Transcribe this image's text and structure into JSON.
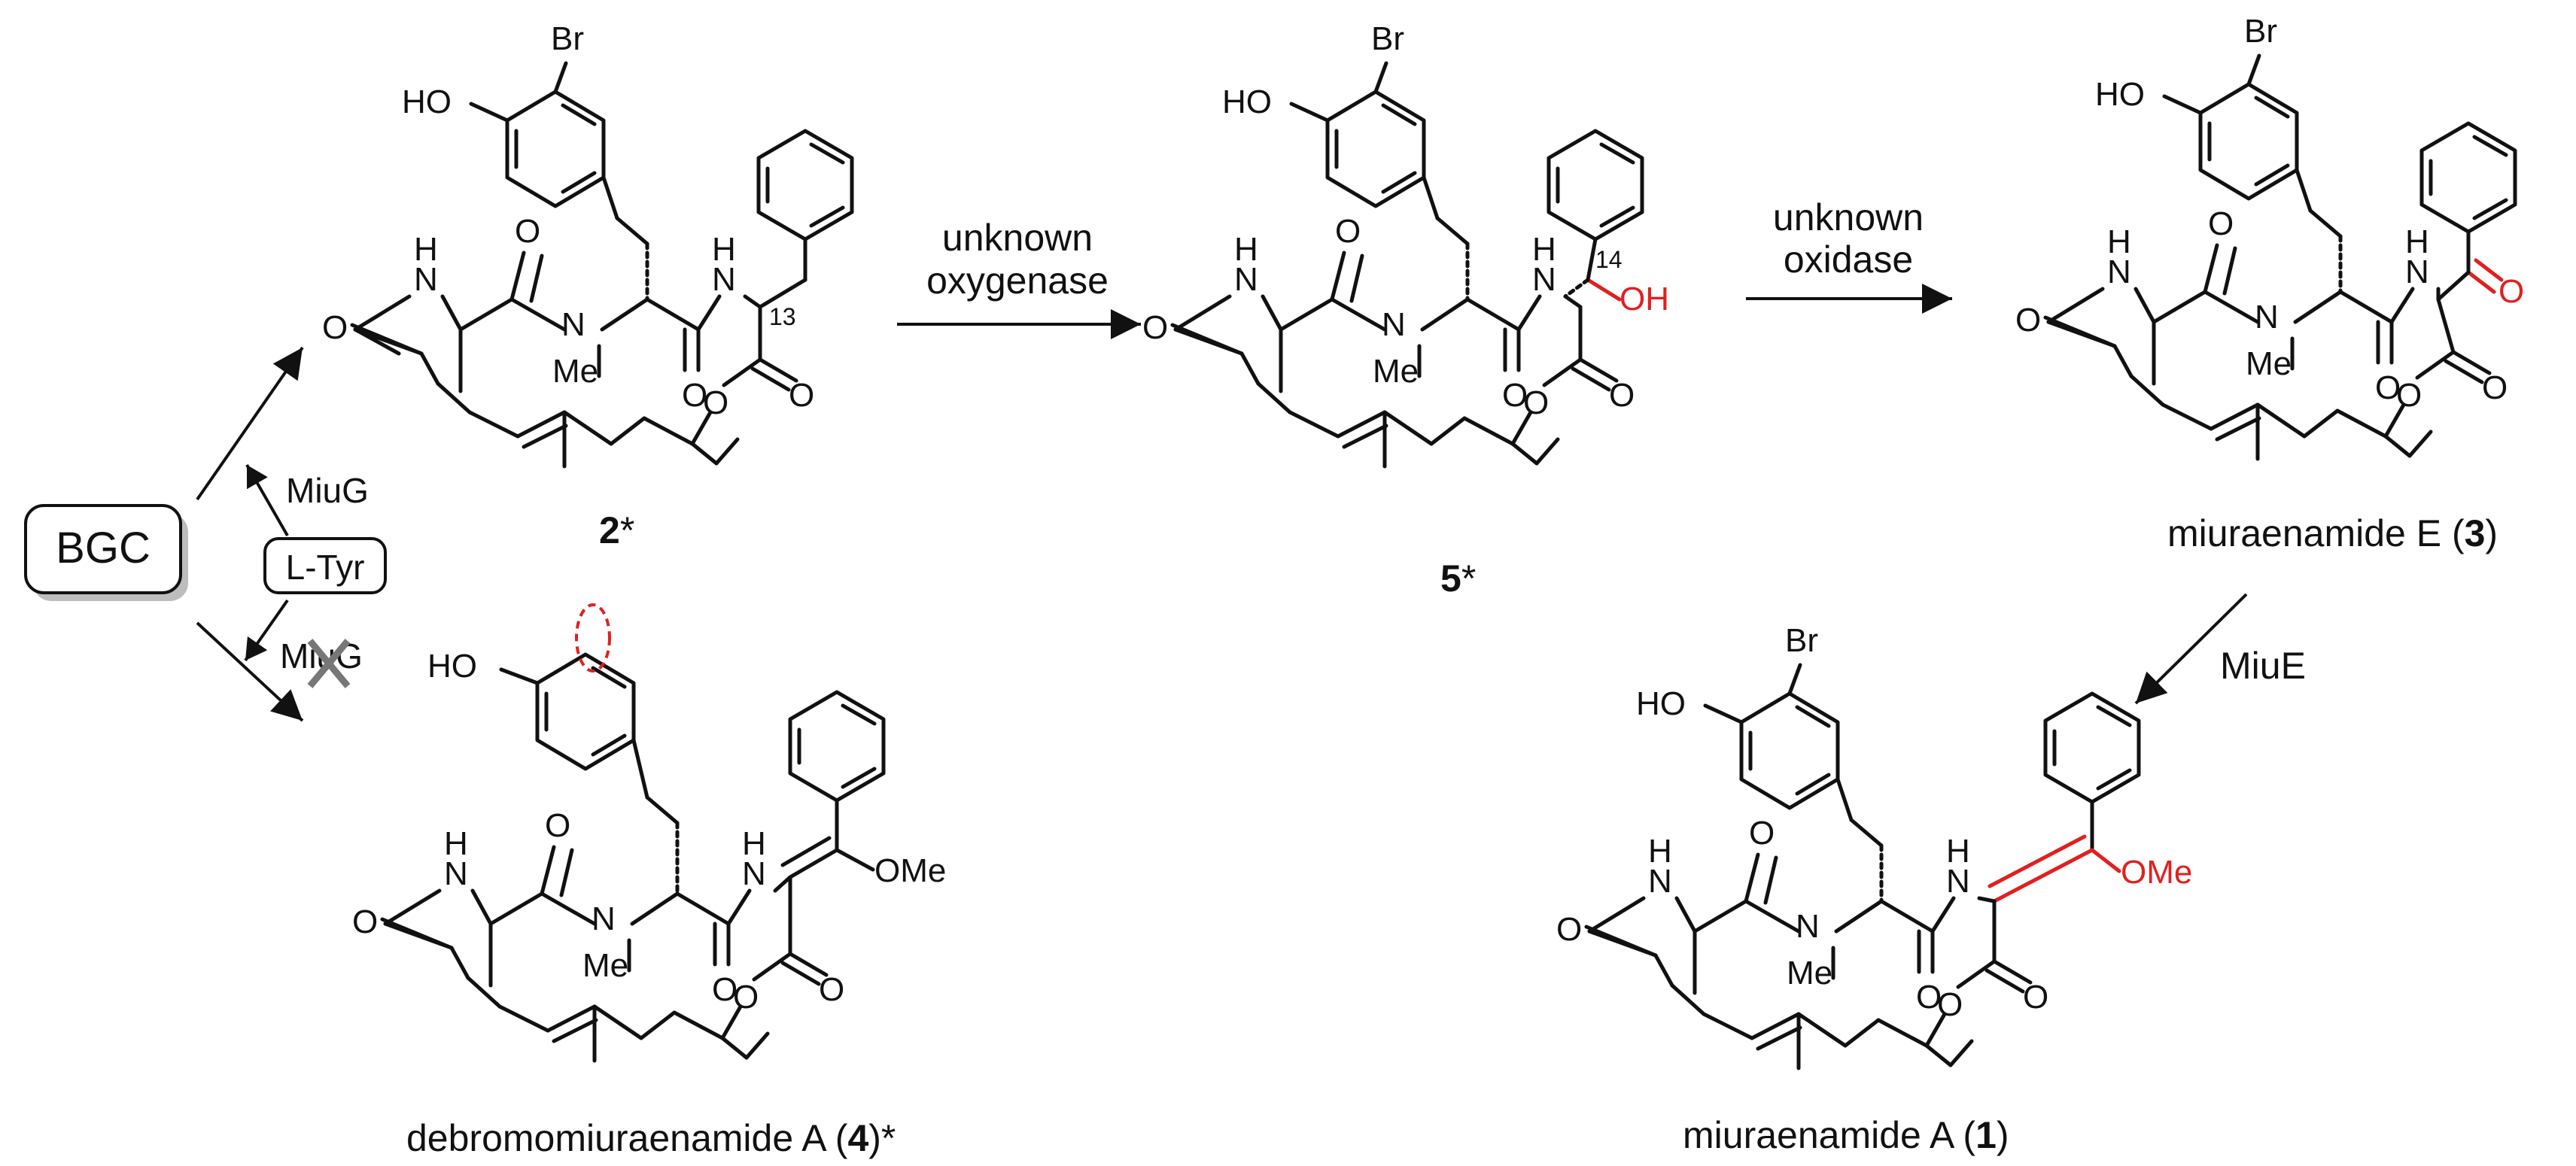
{
  "colors": {
    "ink": "#111111",
    "highlight": "#e02020",
    "box_shadow": "#bdbdbd",
    "cross": "#777777"
  },
  "labels": {
    "bgc": "BGC",
    "ltyr": "L-Tyr",
    "miug_top": "MiuG",
    "miug_bottom": "MiuG",
    "oxygenase_l1": "unknown",
    "oxygenase_l2": "oxygenase",
    "oxidase_l1": "unknown",
    "oxidase_l2": "oxidase",
    "miue": "MiuE"
  },
  "compounds": {
    "c2": {
      "num": "2",
      "suffix": "*"
    },
    "c5": {
      "num": "5",
      "suffix": "*"
    },
    "c3": {
      "name": "miuraenamide E (",
      "num": "3",
      "close": ")"
    },
    "c4": {
      "name": "debromomiuraenamide A (",
      "num": "4",
      "close": ")*"
    },
    "c1": {
      "name": "miuraenamide A (",
      "num": "1",
      "close": ")"
    }
  },
  "atoms": {
    "Br": "Br",
    "HO": "HO",
    "H": "H",
    "N": "N",
    "O": "O",
    "Me": "Me",
    "OH": "OH",
    "OMe": "OMe"
  },
  "locants": {
    "c13": "13",
    "c14": "14"
  }
}
